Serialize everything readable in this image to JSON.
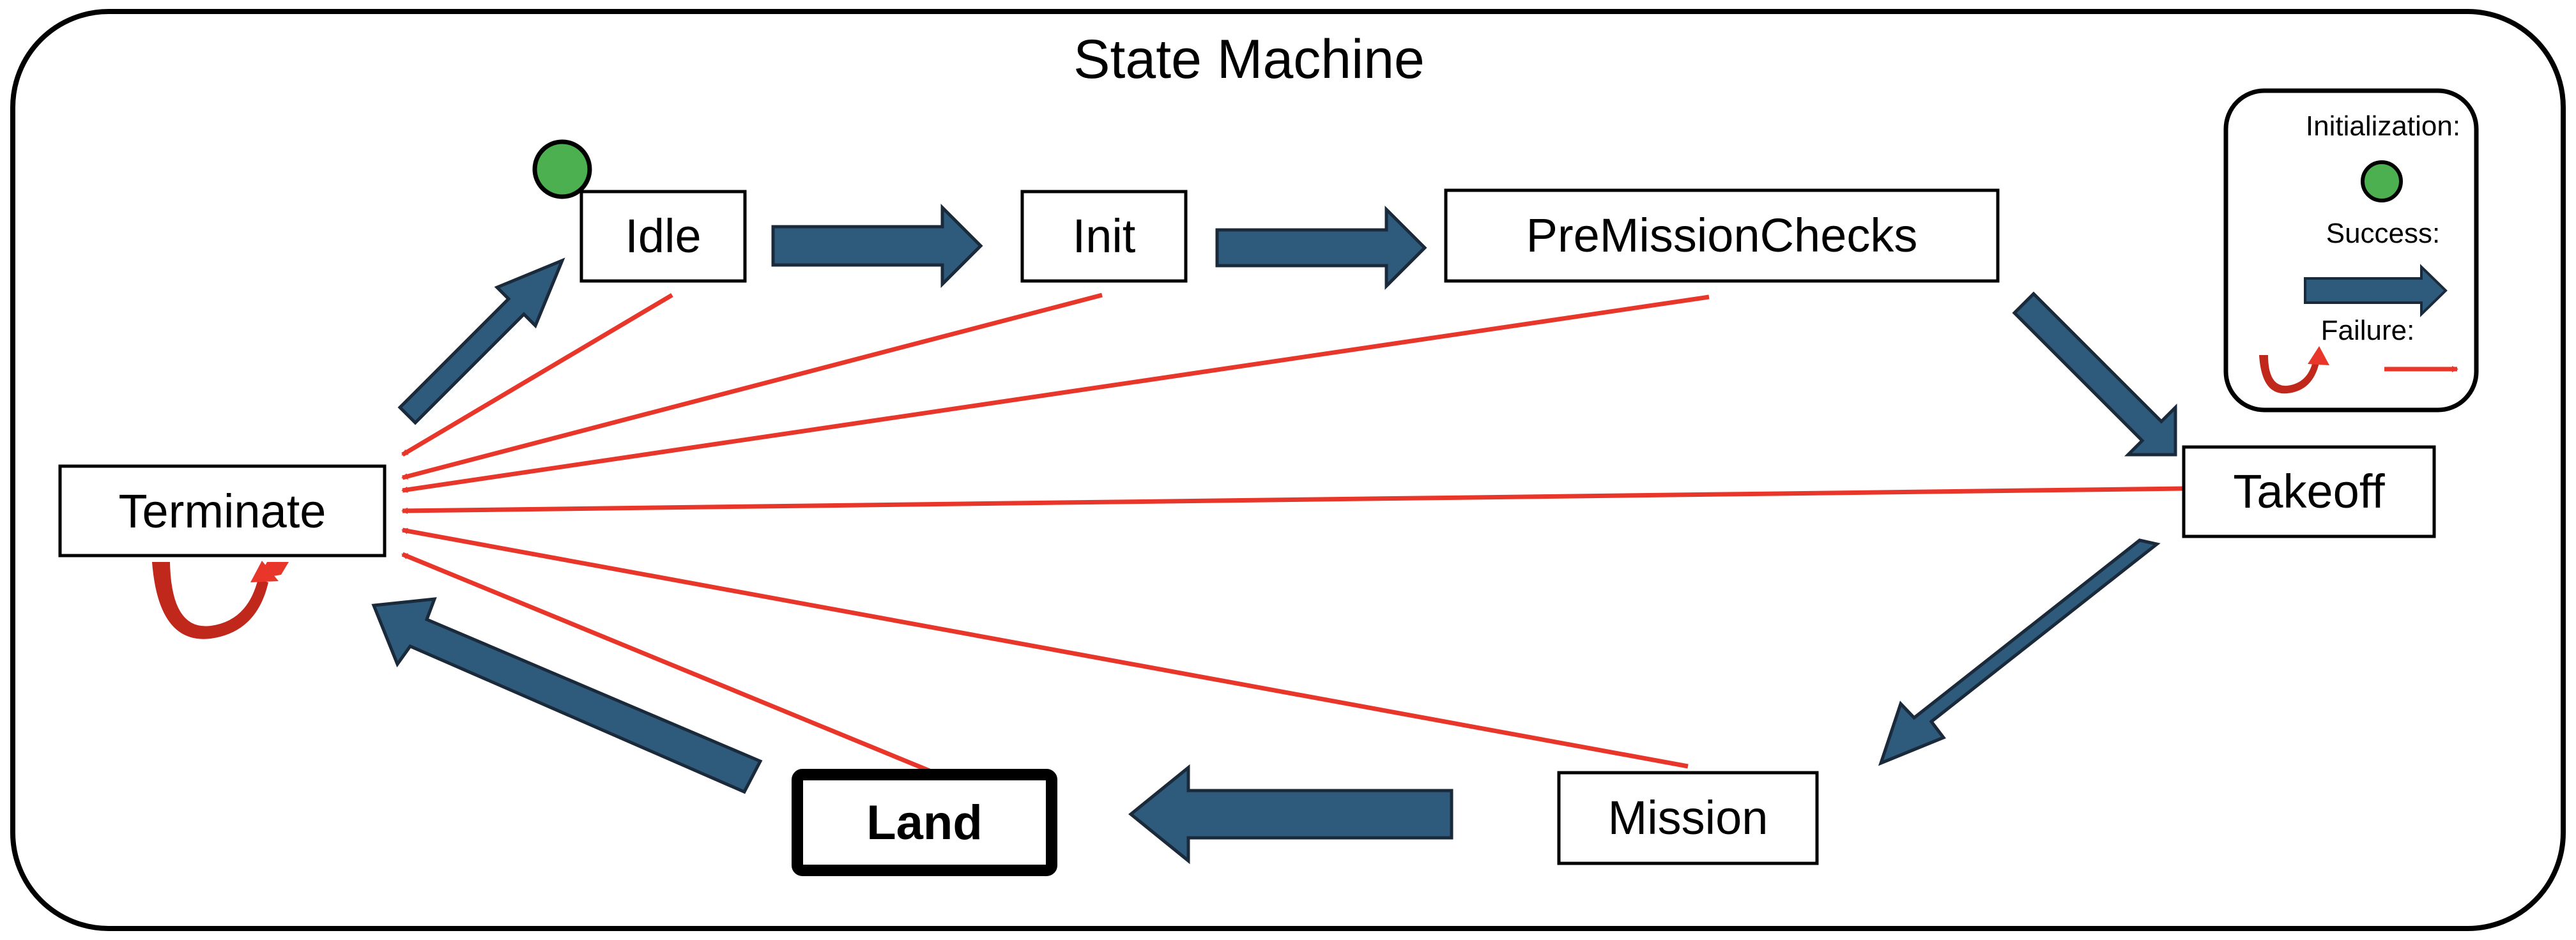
{
  "title": "State Machine",
  "states": {
    "idle": "Idle",
    "init": "Init",
    "premission": "PreMissionChecks",
    "takeoff": "Takeoff",
    "mission": "Mission",
    "land": "Land",
    "terminate": "Terminate"
  },
  "legend": {
    "initialization": "Initialization:",
    "success": "Success:",
    "failure": "Failure:"
  },
  "colors": {
    "success_arrow": "#2e5a7c",
    "success_outline": "#1a2a3a",
    "failure_arrow": "#e8372a",
    "self_loop_dark": "#c0281c",
    "init_dot": "#4caf50",
    "frame": "#000000"
  },
  "transitions": {
    "success": [
      [
        "Idle",
        "Init"
      ],
      [
        "Init",
        "PreMissionChecks"
      ],
      [
        "PreMissionChecks",
        "Takeoff"
      ],
      [
        "Takeoff",
        "Mission"
      ],
      [
        "Mission",
        "Land"
      ],
      [
        "Land",
        "Terminate"
      ],
      [
        "Terminate",
        "Idle"
      ]
    ],
    "failure": [
      [
        "Idle",
        "Terminate"
      ],
      [
        "Init",
        "Terminate"
      ],
      [
        "PreMissionChecks",
        "Terminate"
      ],
      [
        "Takeoff",
        "Terminate"
      ],
      [
        "Mission",
        "Terminate"
      ],
      [
        "Land",
        "Terminate"
      ],
      [
        "Terminate",
        "Terminate"
      ]
    ]
  }
}
